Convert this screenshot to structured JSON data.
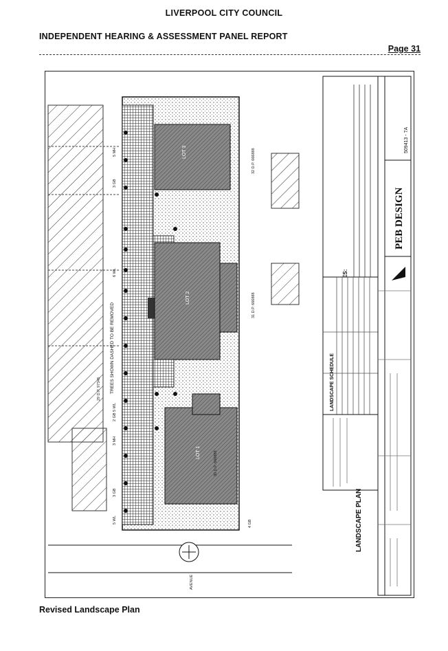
{
  "header": {
    "council": "LIVERPOOL CITY COUNCIL",
    "report": "INDEPENDENT HEARING & ASSESSMENT PANEL REPORT",
    "page": "Page 31"
  },
  "drawing": {
    "title": "LANDSCAPE PLAN",
    "street_label": "AVENUE",
    "trees_note": "TREES SHOWN DASHED TO BE REMOVED",
    "notes_title": "GENERAL NOTES:",
    "schedule_title": "LANDSCAPE SCHEDULE",
    "firm": "PEB DESIGN",
    "lot_labels": [
      "LOT 3",
      "LOT 2",
      "LOT 1"
    ],
    "lot_ids": [
      "32 D.P. 666888",
      "31 D.P. 666888",
      "30 D.P. 666888",
      "29 D.P. 97345"
    ],
    "plant_codes": [
      "5 WL",
      "3 GB",
      "3 MH",
      "2 GB 5 WL",
      "3 GB",
      "5 MH",
      "6 WL",
      "4 GB"
    ],
    "drawing_number": "509413 - 7A"
  },
  "caption": "Revised Landscape Plan",
  "colors": {
    "ink": "#111111",
    "hatch": "#444444",
    "pave": "#888888"
  }
}
